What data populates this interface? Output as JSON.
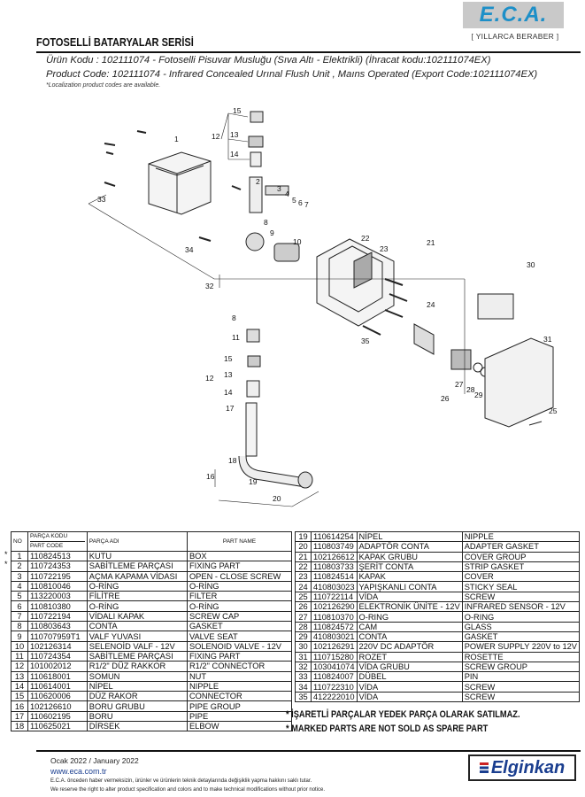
{
  "header": {
    "brand": "E.C.A.",
    "slogan": "[ YILLARCA BERABER ]",
    "series": "FOTOSELLİ BATARYALAR SERİSİ",
    "product_tr": "Ürün Kodu : 102111074 - Fotoselli Pisuvar Musluğu (Sıva Altı - Elektrikli) (İhracat kodu:102111074EX)",
    "product_en": "Product Code: 102111074 - Infrared Concealed Urınal Flush Unit , Maıns Operated (Export Code:102111074EX)",
    "localization": "*Localization product codes are available."
  },
  "diagram": {
    "callouts": [
      "15",
      "12",
      "13",
      "14",
      "1",
      "2",
      "3",
      "4",
      "5",
      "6",
      "7",
      "8",
      "9",
      "10",
      "22",
      "23",
      "21",
      "30",
      "24",
      "31",
      "35",
      "27",
      "28",
      "29",
      "26",
      "25",
      "33",
      "34",
      "32",
      "8",
      "11",
      "15",
      "12",
      "13",
      "14",
      "17",
      "18",
      "16",
      "19",
      "20"
    ]
  },
  "table": {
    "headers": {
      "no": "NO",
      "code_tr": "PARÇA KODU",
      "code_en": "PART CODE",
      "name_tr": "PARÇA ADI",
      "name_en": "PART NAME"
    },
    "marked_mark": "*",
    "rows": [
      [
        "1",
        "110824513",
        "KUTU",
        "BOX"
      ],
      [
        "2",
        "110724353",
        "SABİTLEME PARÇASI",
        "FIXING PART"
      ],
      [
        "3",
        "110722195",
        "AÇMA KAPAMA VİDASI",
        "OPEN - CLOSE SCREW"
      ],
      [
        "4",
        "110810046",
        "O-RİNG",
        "O-RİNG"
      ],
      [
        "5",
        "113220003",
        "FİLİTRE",
        "FILTER"
      ],
      [
        "6",
        "110810380",
        "O-RİNG",
        "O-RİNG"
      ],
      [
        "7",
        "110722194",
        "VİDALI KAPAK",
        "SCREW CAP"
      ],
      [
        "8",
        "110803643",
        "CONTA",
        "GASKET"
      ],
      [
        "9",
        "110707959T1",
        "VALF YUVASI",
        "VALVE SEAT"
      ],
      [
        "10",
        "102126314",
        "SELENOİD VALF - 12V",
        "SOLENOID VALVE - 12V"
      ],
      [
        "11",
        "110724354",
        "SABİTLEME PARÇASI",
        "FIXING PART"
      ],
      [
        "12",
        "101002012",
        "R1/2\" DÜZ RAKKOR",
        "R1/2\" CONNECTOR"
      ],
      [
        "13",
        "110618001",
        "SOMUN",
        "NUT"
      ],
      [
        "14",
        "110614001",
        "NİPEL",
        "NIPPLE"
      ],
      [
        "15",
        "110620006",
        "DÜZ RAKOR",
        "CONNECTOR"
      ],
      [
        "16",
        "102126610",
        "BORU GRUBU",
        "PIPE GROUP"
      ],
      [
        "17",
        "110602195",
        "BORU",
        "PIPE"
      ],
      [
        "18",
        "110625021",
        "DİRSEK",
        "ELBOW"
      ],
      [
        "19",
        "110614254",
        "NİPEL",
        "NIPPLE"
      ],
      [
        "20",
        "110803749",
        "ADAPTÖR CONTA",
        "ADAPTER GASKET"
      ],
      [
        "21",
        "102126612",
        "KAPAK GRUBU",
        "COVER GROUP"
      ],
      [
        "22",
        "110803733",
        "ŞERİT CONTA",
        "STRIP GASKET"
      ],
      [
        "23",
        "110824514",
        "KAPAK",
        "COVER"
      ],
      [
        "24",
        "410803023",
        "YAPIŞKANLI CONTA",
        "STICKY SEAL"
      ],
      [
        "25",
        "110722114",
        "VİDA",
        "SCREW"
      ],
      [
        "26",
        "102126290",
        "ELEKTRONİK ÜNİTE - 12V",
        "INFRARED SENSOR - 12V"
      ],
      [
        "27",
        "110810370",
        "O-RING",
        "O-RING"
      ],
      [
        "28",
        "110824572",
        "CAM",
        "GLASS"
      ],
      [
        "29",
        "410803021",
        "CONTA",
        "GASKET"
      ],
      [
        "30",
        "102126291",
        "220V DC ADAPTÖR",
        "POWER SUPPLY 220V to 12V"
      ],
      [
        "31",
        "110715280",
        "ROZET",
        "ROSETTE"
      ],
      [
        "32",
        "103041074",
        "VİDA GRUBU",
        "SCREW GROUP"
      ],
      [
        "33",
        "110824007",
        "DÜBEL",
        "PIN"
      ],
      [
        "34",
        "110722310",
        "VİDA",
        "SCREW"
      ],
      [
        "35",
        "412222010",
        "VİDA",
        "SCREW"
      ]
    ]
  },
  "notes": {
    "tr": "* İŞARETLİ PARÇALAR YEDEK PARÇA OLARAK SATILMAZ.",
    "en": "* MARKED PARTS ARE NOT SOLD AS SPARE PART"
  },
  "footer": {
    "date": "Ocak 2022 / January 2022",
    "url": "www.eca.com.tr",
    "disclaimer_tr": "E.C.A. önceden haber vermeksizin, ürünler ve ürünlerin teknik detaylarında değişiklik yapma hakkını saklı tutar.",
    "disclaimer_en": "We reserve the right to alter product specification and colors and to make technical modifications without prior notice.",
    "partner": "Elginkan"
  }
}
